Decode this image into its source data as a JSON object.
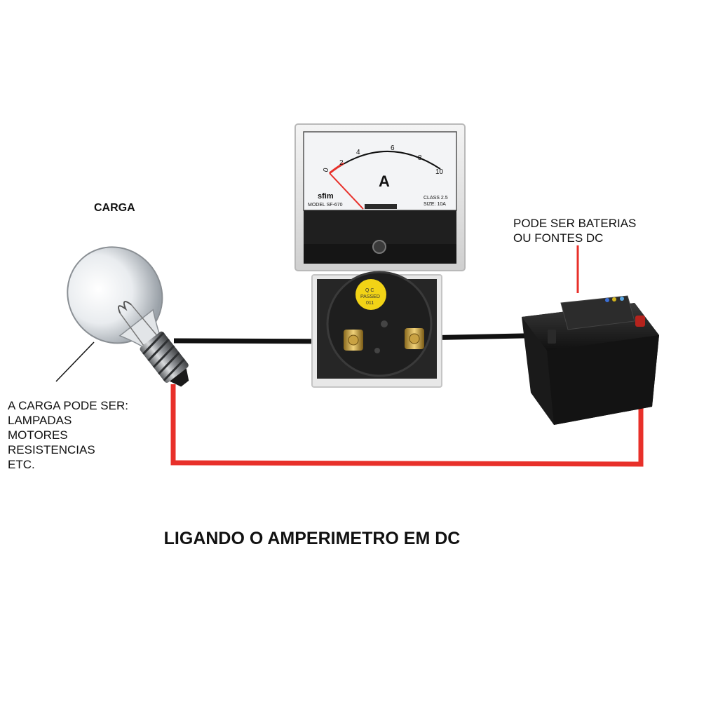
{
  "title": "LIGANDO O AMPERIMETRO EM DC",
  "load": {
    "label": "CARGA",
    "note_lines": [
      "A CARGA PODE SER:",
      "LAMPADAS",
      "MOTORES",
      "RESISTENCIAS",
      "ETC."
    ]
  },
  "battery": {
    "note_lines": [
      "PODE SER BATERIAS",
      "OU FONTES DC"
    ]
  },
  "ammeter": {
    "unit": "A",
    "brand": "sfim",
    "model": "MODEL  SF-670",
    "class": "CLASS  2.5",
    "size": "SIZE:   10A",
    "scale_ticks": [
      "0",
      "2",
      "4",
      "6",
      "8",
      "10"
    ],
    "sticker_lines": [
      "Q C",
      "PASSED",
      "011"
    ]
  },
  "colors": {
    "positive_wire": "#e8302a",
    "negative_wire": "#111111",
    "battery_body": "#1a1a1a"
  }
}
